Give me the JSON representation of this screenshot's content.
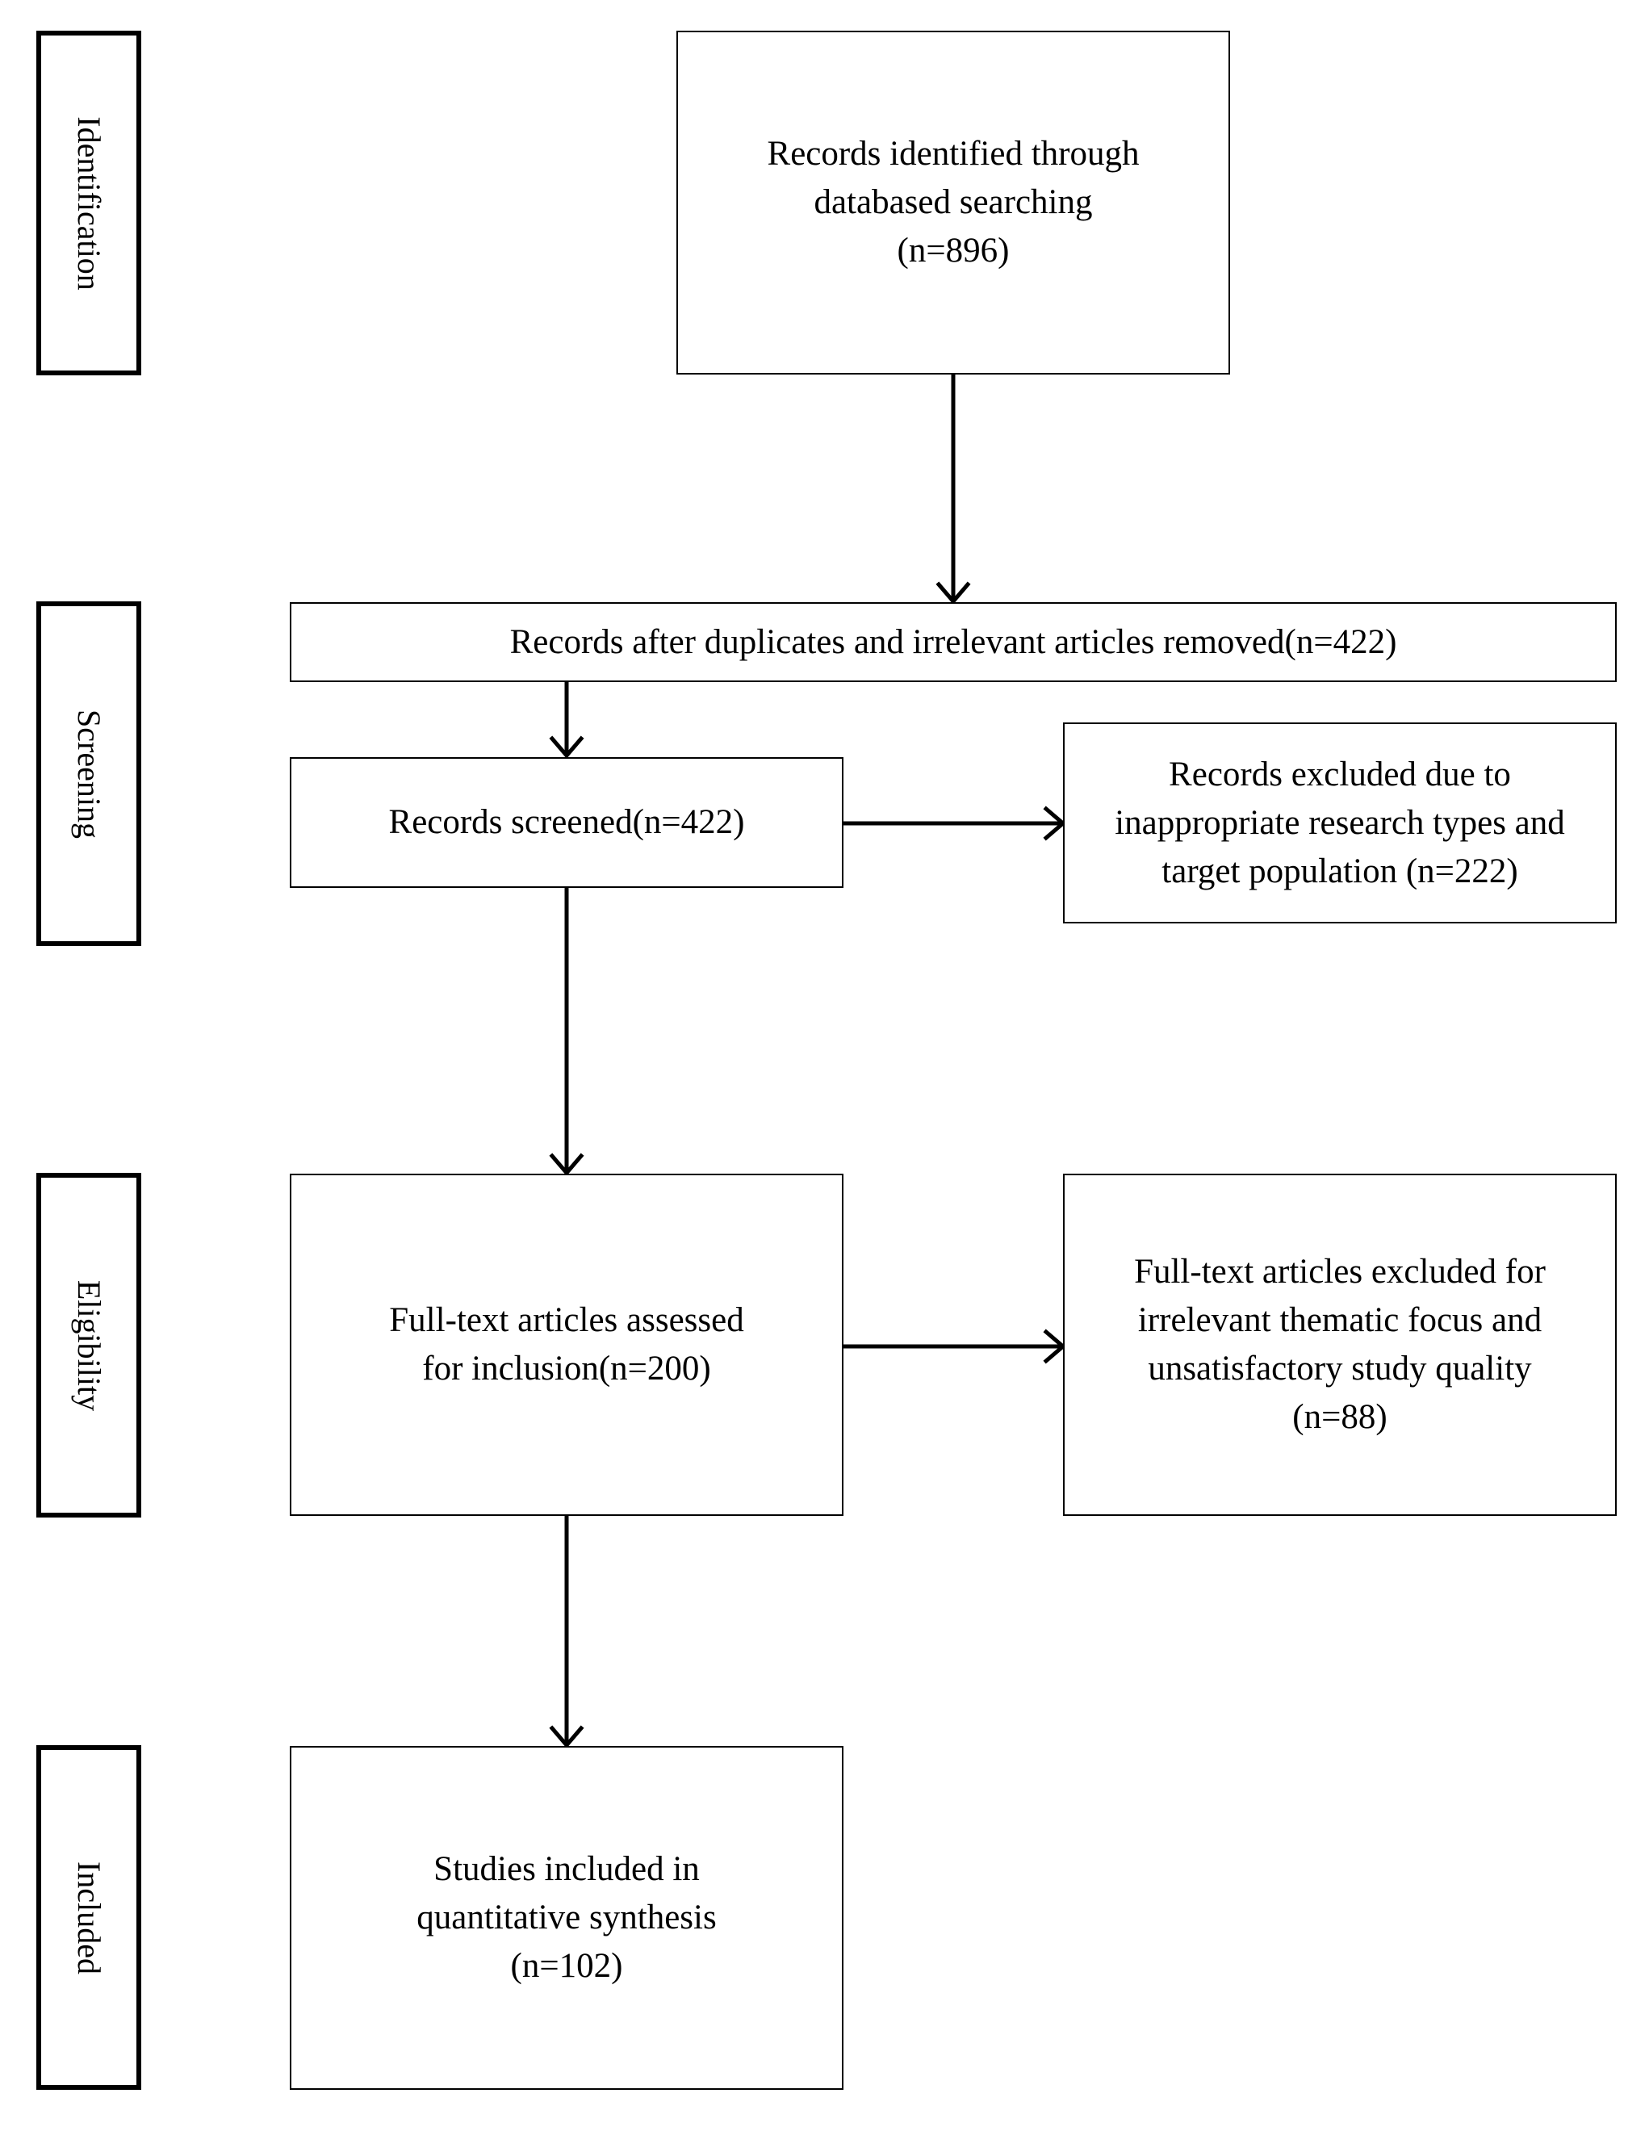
{
  "stages": [
    {
      "key": "identification",
      "label": "Identification"
    },
    {
      "key": "screening",
      "label": "Screening"
    },
    {
      "key": "eligibility",
      "label": "Eligibility"
    },
    {
      "key": "included",
      "label": "Included"
    }
  ],
  "boxes": {
    "identified": {
      "text": "Records identified through\ndatabased searching\n(n=896)"
    },
    "after_duplicates": {
      "text": "Records after duplicates and irrelevant articles removed(n=422)"
    },
    "screened": {
      "text": "Records screened(n=422)"
    },
    "excluded_screening": {
      "text": "Records excluded due to\ninappropriate research types and\ntarget population (n=222)"
    },
    "full_text_assessed": {
      "text": "Full-text articles assessed\nfor inclusion(n=200)"
    },
    "excluded_full_text": {
      "text": "Full-text articles excluded for\nirrelevant thematic focus and\nunsatisfactory study quality\n(n=88)"
    },
    "included": {
      "text": "Studies included in\nquantitative synthesis\n(n=102)"
    }
  },
  "colors": {
    "line": "#000000",
    "background": "#ffffff"
  }
}
